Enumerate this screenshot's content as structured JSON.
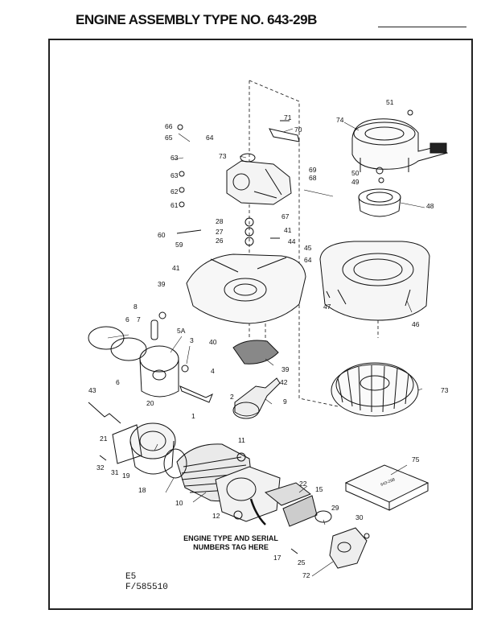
{
  "title": "ENGINE ASSEMBLY TYPE NO. 643-29B",
  "tag_line1": "ENGINE TYPE AND SERIAL",
  "tag_line2": "NUMBERS TAG HERE",
  "footer_code1": "E5",
  "footer_code2": "F/585510",
  "filter_label": "643-29B",
  "labels": {
    "l51": "51",
    "l74": "74",
    "l71": "71",
    "l70": "70",
    "l66": "66",
    "l65": "65",
    "l64a": "64",
    "l63a": "63",
    "l73a": "73",
    "l69": "69",
    "l68": "68",
    "l50": "50",
    "l49": "49",
    "l63b": "63",
    "l62": "62",
    "l61": "61",
    "l67": "67",
    "l48": "48",
    "l28": "28",
    "l27": "27",
    "l26": "26",
    "l41a": "41",
    "l60": "60",
    "l59": "59",
    "l44": "44",
    "l45": "45",
    "l64b": "64",
    "l41b": "41",
    "l39a": "39",
    "l47": "47",
    "l46": "46",
    "l8": "8",
    "l6a": "6",
    "l7": "7",
    "l5A": "5A",
    "l3": "3",
    "l40": "40",
    "l39b": "39",
    "l4": "4",
    "l42": "42",
    "l6b": "6",
    "l73b": "73",
    "l2": "2",
    "l43": "43",
    "l20": "20",
    "l1": "1",
    "l9": "9",
    "l21": "21",
    "l11": "11",
    "l32": "32",
    "l31": "31",
    "l19": "19",
    "l75": "75",
    "l18": "18",
    "l10": "10",
    "l22": "22",
    "l15": "15",
    "l29": "29",
    "l30": "30",
    "l12": "12",
    "l17": "17",
    "l25": "25",
    "l72": "72"
  }
}
